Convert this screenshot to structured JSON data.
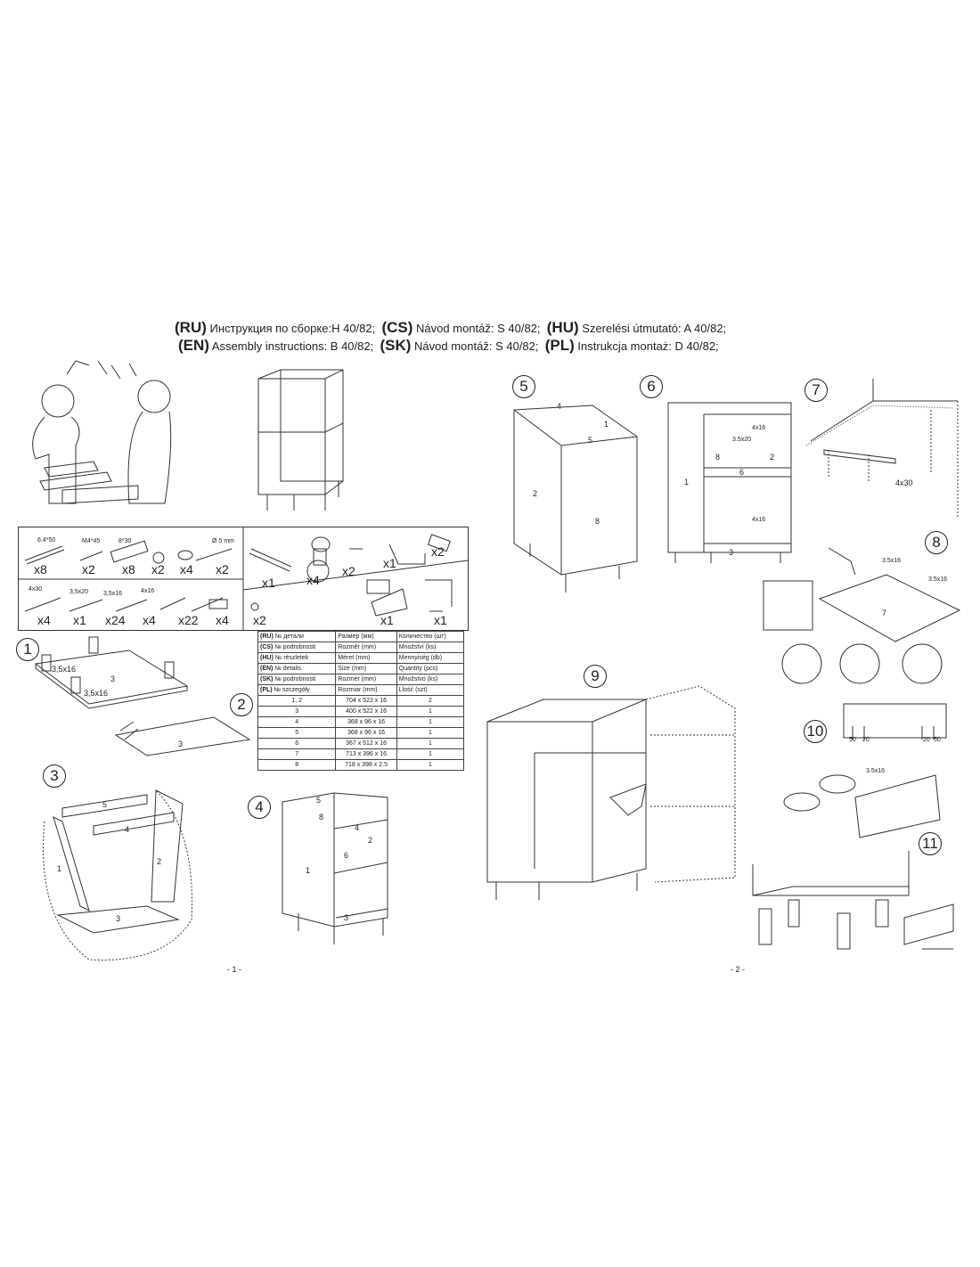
{
  "header": {
    "line1": [
      {
        "code": "(RU)",
        "text": "Инструкция по сборке:H 40/82;"
      },
      {
        "code": "(CS)",
        "text": "Návod montáž: S 40/82;"
      },
      {
        "code": "(HU)",
        "text": "Szerelési útmutató: A 40/82;"
      }
    ],
    "line2": [
      {
        "code": "(EN)",
        "text": "Assembly instructions: B 40/82;"
      },
      {
        "code": "(SK)",
        "text": "Návod montáž: S 40/82;"
      },
      {
        "code": "(PL)",
        "text": "Instrukcja montaż: D 40/82;"
      }
    ]
  },
  "hardware": {
    "row1": [
      {
        "size": "6.4*50",
        "qty": "x8"
      },
      {
        "size": "M4*45",
        "qty": "x2"
      },
      {
        "size": "8*30",
        "qty": "x8"
      },
      {
        "size": "",
        "qty": "x2"
      },
      {
        "size": "",
        "qty": "x4"
      },
      {
        "size": "Ø 5 mm",
        "qty": "x2"
      }
    ],
    "row2": [
      {
        "size": "4x30",
        "qty": "x4"
      },
      {
        "size": "3,5x20",
        "qty": "x1"
      },
      {
        "size": "3,5x16",
        "qty": "x24"
      },
      {
        "size": "4x16",
        "qty": "x4"
      },
      {
        "size": "",
        "qty": "x22"
      },
      {
        "size": "",
        "qty": "x4"
      }
    ],
    "right_top": [
      "x1",
      "x4",
      "x2",
      "x1",
      "x2"
    ],
    "right_bottom": [
      "x2",
      "x1",
      "x1"
    ]
  },
  "parts_table": {
    "headers": [
      [
        "(RU)",
        "№ детали",
        "Размер  (мм)",
        "Количество (шт)"
      ],
      [
        "(CS)",
        "№ podrobnosti",
        "Rozměr (mm)",
        "Množství (ks)"
      ],
      [
        "(HU)",
        "№ részletek",
        "Méret (mm)",
        "Mennyiség (db)"
      ],
      [
        "(EN)",
        "№ details",
        "Size (mm)",
        "Quantity  (pcs)"
      ],
      [
        "(SK)",
        "№ podrobnosti",
        "Rozmer (mm)",
        "Množstvo (ks)"
      ],
      [
        "(PL)",
        "№ szczegóły",
        "Rozmiar (mm)",
        "Llość (szt)"
      ]
    ],
    "rows": [
      [
        "1, 2",
        "704 x 522 x 16",
        "2"
      ],
      [
        "3",
        "400 x 522 x 16",
        "1"
      ],
      [
        "4",
        "368 x 96 x 16",
        "1"
      ],
      [
        "5",
        "368 x 96 x 16",
        "1"
      ],
      [
        "6",
        "367 x 512 x 16",
        "1"
      ],
      [
        "7",
        "713 x 396 x 16",
        "1"
      ],
      [
        "8",
        "718 x 398 x 2.5",
        "1"
      ]
    ]
  },
  "steps": [
    "1",
    "2",
    "3",
    "4",
    "5",
    "6",
    "7",
    "8",
    "9",
    "10",
    "11"
  ],
  "labels": {
    "s1_screw_a": "3,5x16",
    "s1_screw_b": "3,5x16",
    "s1_panel": "3",
    "s2_panel": "3",
    "s3": [
      "5",
      "4",
      "1",
      "2",
      "3"
    ],
    "s4": [
      "5",
      "8",
      "4",
      "2",
      "6",
      "1",
      "3"
    ],
    "s5": [
      "4",
      "1",
      "5",
      "2",
      "8"
    ],
    "s6": [
      "1",
      "8",
      "2",
      "6",
      "3",
      "3.5x20",
      "4x16",
      "4x16"
    ],
    "s7_screw": "4x30",
    "s8_panel": "7",
    "s8_screw": "3.5x16",
    "s8_screw_b": "3.5x16",
    "s10_dims": [
      "50",
      "20",
      "20",
      "50"
    ],
    "s11_screw": "3.5x16"
  },
  "pages": {
    "left": "- 1 -",
    "right": "- 2 -"
  }
}
